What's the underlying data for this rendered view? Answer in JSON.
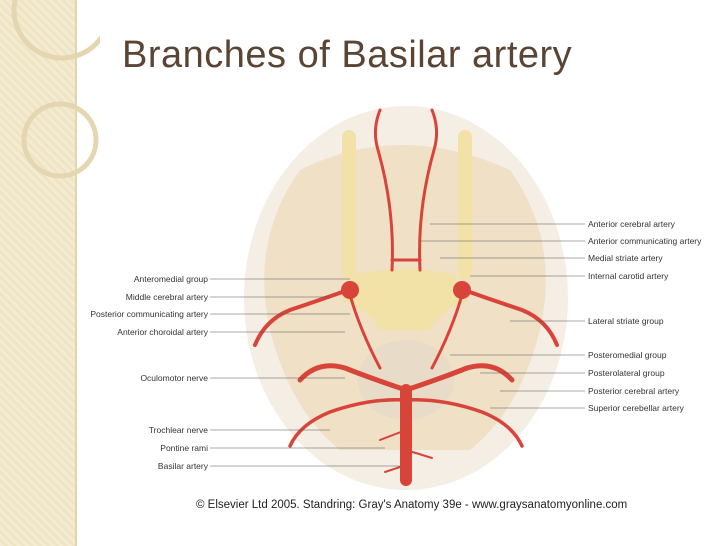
{
  "slide": {
    "title": "Branches of Basilar artery",
    "credit": "© Elsevier Ltd 2005. Standring: Gray's Anatomy 39e - www.graysanatomyonline.com"
  },
  "labels": {
    "left": [
      "Anteromedial group",
      "Middle cerebral artery",
      "Posterior communicating artery",
      "Anterior choroidal artery",
      "Oculomotor nerve",
      "Trochlear nerve",
      "Pontine rami",
      "Basilar artery"
    ],
    "right": [
      "Anterior cerebral artery",
      "Anterior communicating artery",
      "Medial striate artery",
      "Internal carotid artery",
      "Lateral striate group",
      "Posteromedial group",
      "Posterolateral group",
      "Posterior cerebral artery",
      "Superior cerebellar artery"
    ]
  },
  "colors": {
    "artery": "#d8443a",
    "brain": "#efe0c6",
    "title": "#5a4434"
  }
}
